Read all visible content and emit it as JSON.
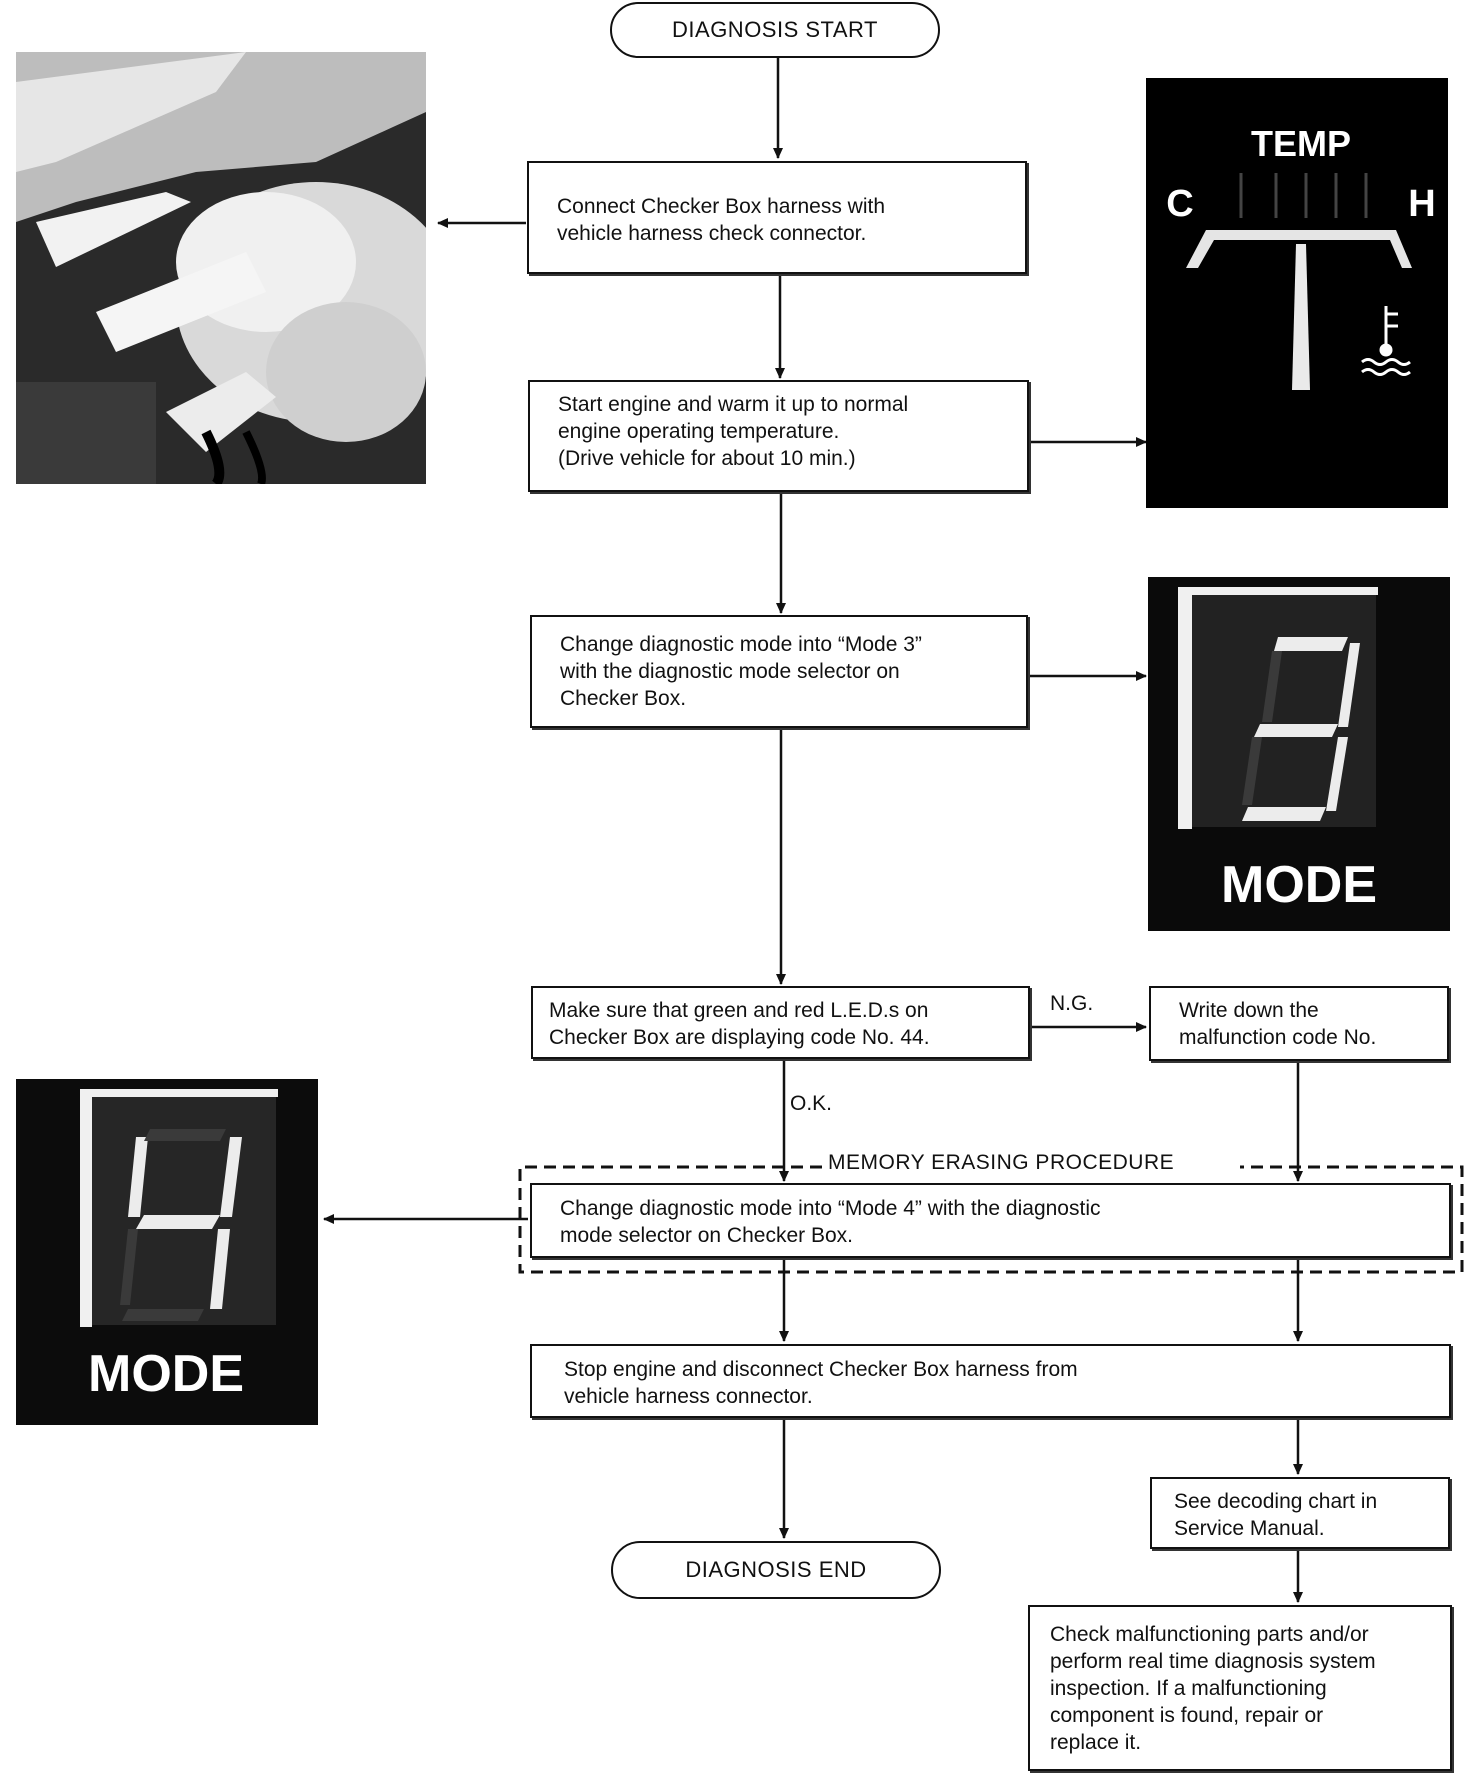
{
  "flow": {
    "start": "DIAGNOSIS START",
    "end": "DIAGNOSIS END",
    "step_connect": "Connect Checker Box harness with\nvehicle harness check connector.",
    "step_warm": "Start engine and warm it up to normal\nengine operating temperature.\n(Drive vehicle for about 10 min.)",
    "step_mode3": "Change diagnostic mode into “Mode 3”\nwith the diagnostic mode selector on\nChecker Box.",
    "step_check": "Make sure that green and red L.E.D.s on\nChecker Box are displaying code No. 44.",
    "step_write": "Write down the\nmalfunction code No.",
    "step_mode4": "Change diagnostic mode into “Mode 4” with the diagnostic\nmode selector on Checker Box.",
    "step_stop": "Stop engine and disconnect Checker Box harness from\nvehicle harness connector.",
    "step_decode": "See decoding chart in\nService Manual.",
    "step_repair": "Check malfunctioning parts and/or\nperform real time diagnosis system\ninspection.  If a malfunctioning\ncomponent is found, repair or\nreplace it.",
    "label_ng": "N.G.",
    "label_ok": "O.K.",
    "memory_erasing": "MEMORY ERASING PROCEDURE"
  },
  "images": {
    "gauge": {
      "title": "TEMP",
      "cold": "C",
      "hot": "H"
    },
    "mode3": {
      "caption": "MODE",
      "digit": 3
    },
    "mode4": {
      "caption": "MODE",
      "digit": 4
    }
  }
}
